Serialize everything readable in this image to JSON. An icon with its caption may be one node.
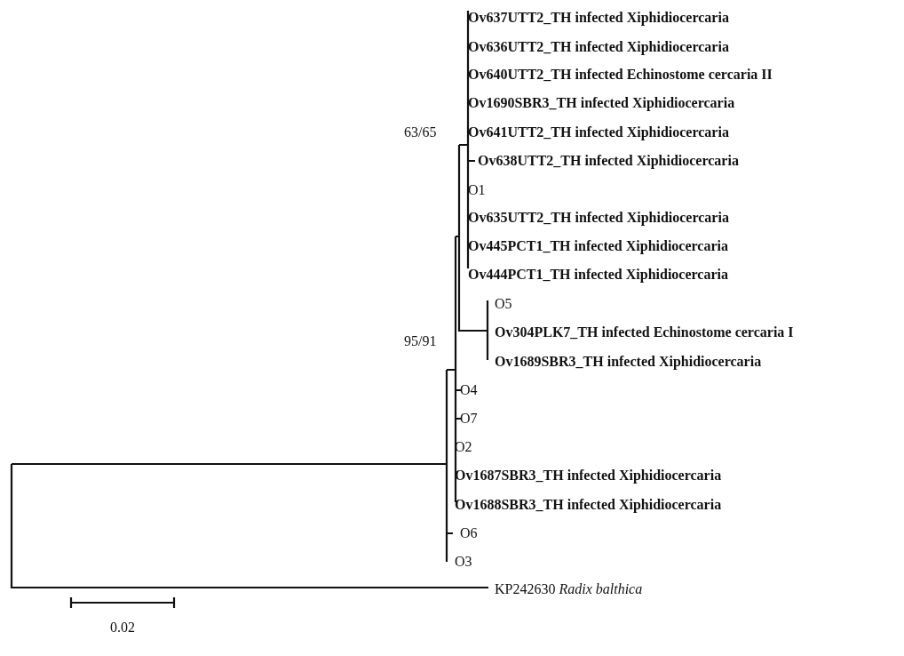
{
  "diagram": {
    "labels": [
      "Ov637UTT2_TH infected Xiphidiocercaria",
      "Ov636UTT2_TH infected Xiphidiocercaria",
      "Ov640UTT2_TH infected Echinostome cercaria II",
      "Ov1690SBR3_TH infected Xiphidiocercaria",
      "63/65",
      "Ov641UTT2_TH infected Xiphidiocercaria",
      "Ov638UTT2_TH infected Xiphidiocercaria",
      "O1",
      "Ov635UTT2_TH infected Xiphidiocercaria",
      "Ov445PCT1_TH infected Xiphidiocercaria",
      "Ov444PCT1_TH infected Xiphidiocercaria",
      "O5",
      "Ov304PLK7_TH infected Echinostome cercaria I",
      "95/91",
      "Ov1689SBR3_TH infected Xiphidiocercaria",
      "O4",
      "O7",
      "O2",
      "Ov1687SBR3_TH infected Xiphidiocercaria",
      "Ov1688SBR3_TH infected Xiphidiocercaria",
      "O6",
      "O3",
      "KP242630 *Radix balthica*",
      "0.02"
    ]
  }
}
